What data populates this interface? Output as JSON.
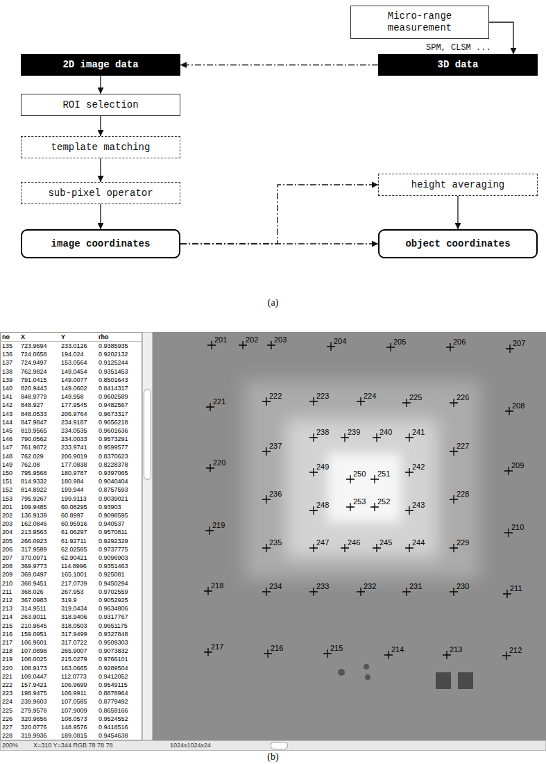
{
  "diagram": {
    "nodes": [
      {
        "text": [
          "Micro-range measurement"
        ]
      },
      {
        "text": [
          "3D data"
        ]
      },
      {
        "text": [
          "2D image data"
        ]
      },
      {
        "text": [
          "ROI selection"
        ]
      },
      {
        "text": [
          "template matching"
        ]
      },
      {
        "text": [
          "sub-pixel operator"
        ]
      },
      {
        "text": [
          "image coordinates"
        ]
      },
      {
        "text": [
          "height averaging"
        ]
      },
      {
        "text": [
          "object coordinates"
        ]
      }
    ],
    "edges": [
      {
        "from": 0,
        "to": 1,
        "arrow": "to",
        "label": "SPM, CLSM ..."
      },
      {
        "from": 1,
        "to": 2,
        "arrow": "to"
      },
      {
        "from": 2,
        "to": 3,
        "arrow": "to"
      },
      {
        "from": 3,
        "to": 4,
        "arrow": "to"
      },
      {
        "from": 4,
        "to": 5,
        "arrow": "to"
      },
      {
        "from": 5,
        "to": 6,
        "arrow": "to"
      },
      {
        "from": 6,
        "to": 8,
        "arrow": "to"
      },
      {
        "from": 6,
        "to": 7,
        "arrow": "to"
      },
      {
        "from": 7,
        "to": 8,
        "arrow": "to"
      }
    ],
    "labels": [
      "(a)",
      "no",
      "X",
      "Y",
      "rho",
      "135",
      "723.9694",
      "233.0126",
      "0.9385935",
      "136",
      "724.0658",
      "194.024",
      "0.9202132",
      "137",
      "724.9497",
      "153.0564",
      "0.9125244",
      "138",
      "762.9824",
      "149.0454",
      "0.9351453",
      "139",
      "791.0415",
      "149.0077",
      "0.8501643",
      "140",
      "820.9443",
      "149.0602",
      "0.8414317",
      "141",
      "848.9779",
      "149.958",
      "0.9602589",
      "142",
      "848.927",
      "177.9545",
      "0.9482567",
      "143",
      "848.0533",
      "206.9764",
      "0.9673317",
      "144",
      "847.9847",
      "234.9187",
      "0.9656218",
      "145",
      "819.9565",
      "234.0535",
      "0.9601636",
      "146",
      "790.0562",
      "234.0033",
      "0.9573291",
      "147",
      "761.9872",
      "233.9741",
      "0.9599577",
      "148",
      "762.029",
      "206.9019",
      "0.8370623",
      "149",
      "762.08",
      "177.0838",
      "0.8228378",
      "150",
      "795.9568",
      "180.9787",
      "0.9397065",
      "151",
      "814.9332",
      "180.984",
      "0.9040404",
      "152",
      "814.8922",
      "199.944",
      "0.8757593",
      "153",
      "795.9267",
      "199.9113",
      "0.9039021",
      "201",
      "109.9485",
      "60.08295",
      "0.93903",
      "202",
      "136.9139",
      "60.8997",
      "0.9098595",
      "203",
      "162.0846",
      "60.95916",
      "0.940537",
      "204",
      "213.9563",
      "61.06297",
      "0.9570811",
      "205",
      "266.0923",
      "61.92711",
      "0.9292329",
      "206",
      "317.9589",
      "62.02585",
      "0.9737775",
      "207",
      "370.0971",
      "62.90421",
      "0.9096903",
      "208",
      "369.9773",
      "114.8996",
      "0.9351463",
      "209",
      "369.0497",
      "165.1001",
      "0.925081",
      "210",
      "368.9451",
      "217.0739",
      "0.9450294",
      "211",
      "368.026",
      "267.953",
      "0.9702559",
      "212",
      "367.0983",
      "319.9",
      "0.9052925",
      "213",
      "314.9511",
      "319.0434",
      "0.9634806",
      "214",
      "263.9011",
      "318.9406",
      "0.9317767",
      "215",
      "210.9645",
      "318.0503",
      "0.9651175",
      "216",
      "159.0951",
      "317.9499",
      "0.9327848",
      "217",
      "106.9601",
      "317.0722",
      "0.9509303",
      "218",
      "107.0898",
      "265.9007",
      "0.9073832",
      "219",
      "108.0025",
      "215.0279",
      "0.9766101",
      "220",
      "108.9173",
      "163.0665",
      "0.9289504",
      "221",
      "109.0447",
      "112.0773",
      "0.9412052",
      "222",
      "157.9421",
      "106.9699",
      "0.9549115",
      "223",
      "198.9475",
      "106.9911",
      "0.8878964",
      "224",
      "239.9603",
      "107.0585",
      "0.8779492",
      "225",
      "279.9578",
      "107.9009",
      "0.8659166",
      "226",
      "320.9656",
      "108.0573",
      "0.9524552",
      "227",
      "320.0776",
      "148.9576",
      "0.9418516",
      "228",
      "319.9936",
      "189.0815",
      "0.9454638",
      "201",
      "202",
      "203",
      "204",
      "205",
      "206",
      "207",
      "208",
      "209",
      "210",
      "211",
      "212",
      "213",
      "214",
      "215",
      "216",
      "217",
      "218",
      "219",
      "220",
      "221",
      "222",
      "223",
      "224",
      "225",
      "226",
      "227",
      "228",
      "229",
      "230",
      "231",
      "232",
      "233",
      "234",
      "235",
      "236",
      "237",
      "238",
      "239",
      "240",
      "241",
      "242",
      "243",
      "244",
      "245",
      "246",
      "247",
      "248",
      "249",
      "250",
      "251",
      "252",
      "253",
      "200%",
      "X=310 Y=344 RGB 78 78 78",
      "1024x1024x24",
      "(b)"
    ]
  }
}
